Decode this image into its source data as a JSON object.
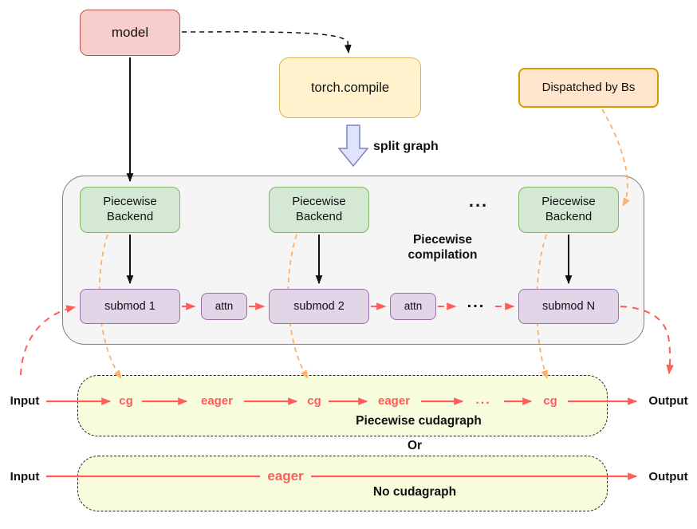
{
  "nodes": {
    "model": "model",
    "torch_compile": "torch.compile",
    "dispatched_by": "Dispatched by Bs",
    "split_graph": "split graph",
    "backend": "Piecewise Backend",
    "compilation": "Piecewise compilation",
    "submod_1": "submod 1",
    "submod_2": "submod 2",
    "submod_n": "submod N",
    "attn": "attn",
    "ellipsis": "..."
  },
  "cudagraph_band": {
    "input": "Input",
    "output": "Output",
    "label": "Piecewise cudagraph",
    "steps": [
      "cg",
      "eager",
      "cg",
      "eager",
      "...",
      "cg"
    ]
  },
  "or_label": "Or",
  "no_cudagraph_band": {
    "input": "Input",
    "output": "Output",
    "eager": "eager",
    "label": "No cudagraph"
  },
  "colors": {
    "model_fill": "#f8cecc",
    "model_stroke": "#b85450",
    "torch_fill": "#fff2cc",
    "torch_stroke": "#d6b656",
    "dispatch_fill": "#ffe6cc",
    "dispatch_stroke": "#d79b00",
    "backend_fill": "#d5e8d4",
    "backend_stroke": "#82b366",
    "submod_fill": "#e1d5e7",
    "submod_stroke": "#9673a6",
    "container_fill": "#f5f5f5",
    "band_fill": "#f7fcdc",
    "arrow_red": "#ff5c5c",
    "arrow_orange": "#ffb066",
    "split_arrow_fill": "#dfe3fb"
  }
}
